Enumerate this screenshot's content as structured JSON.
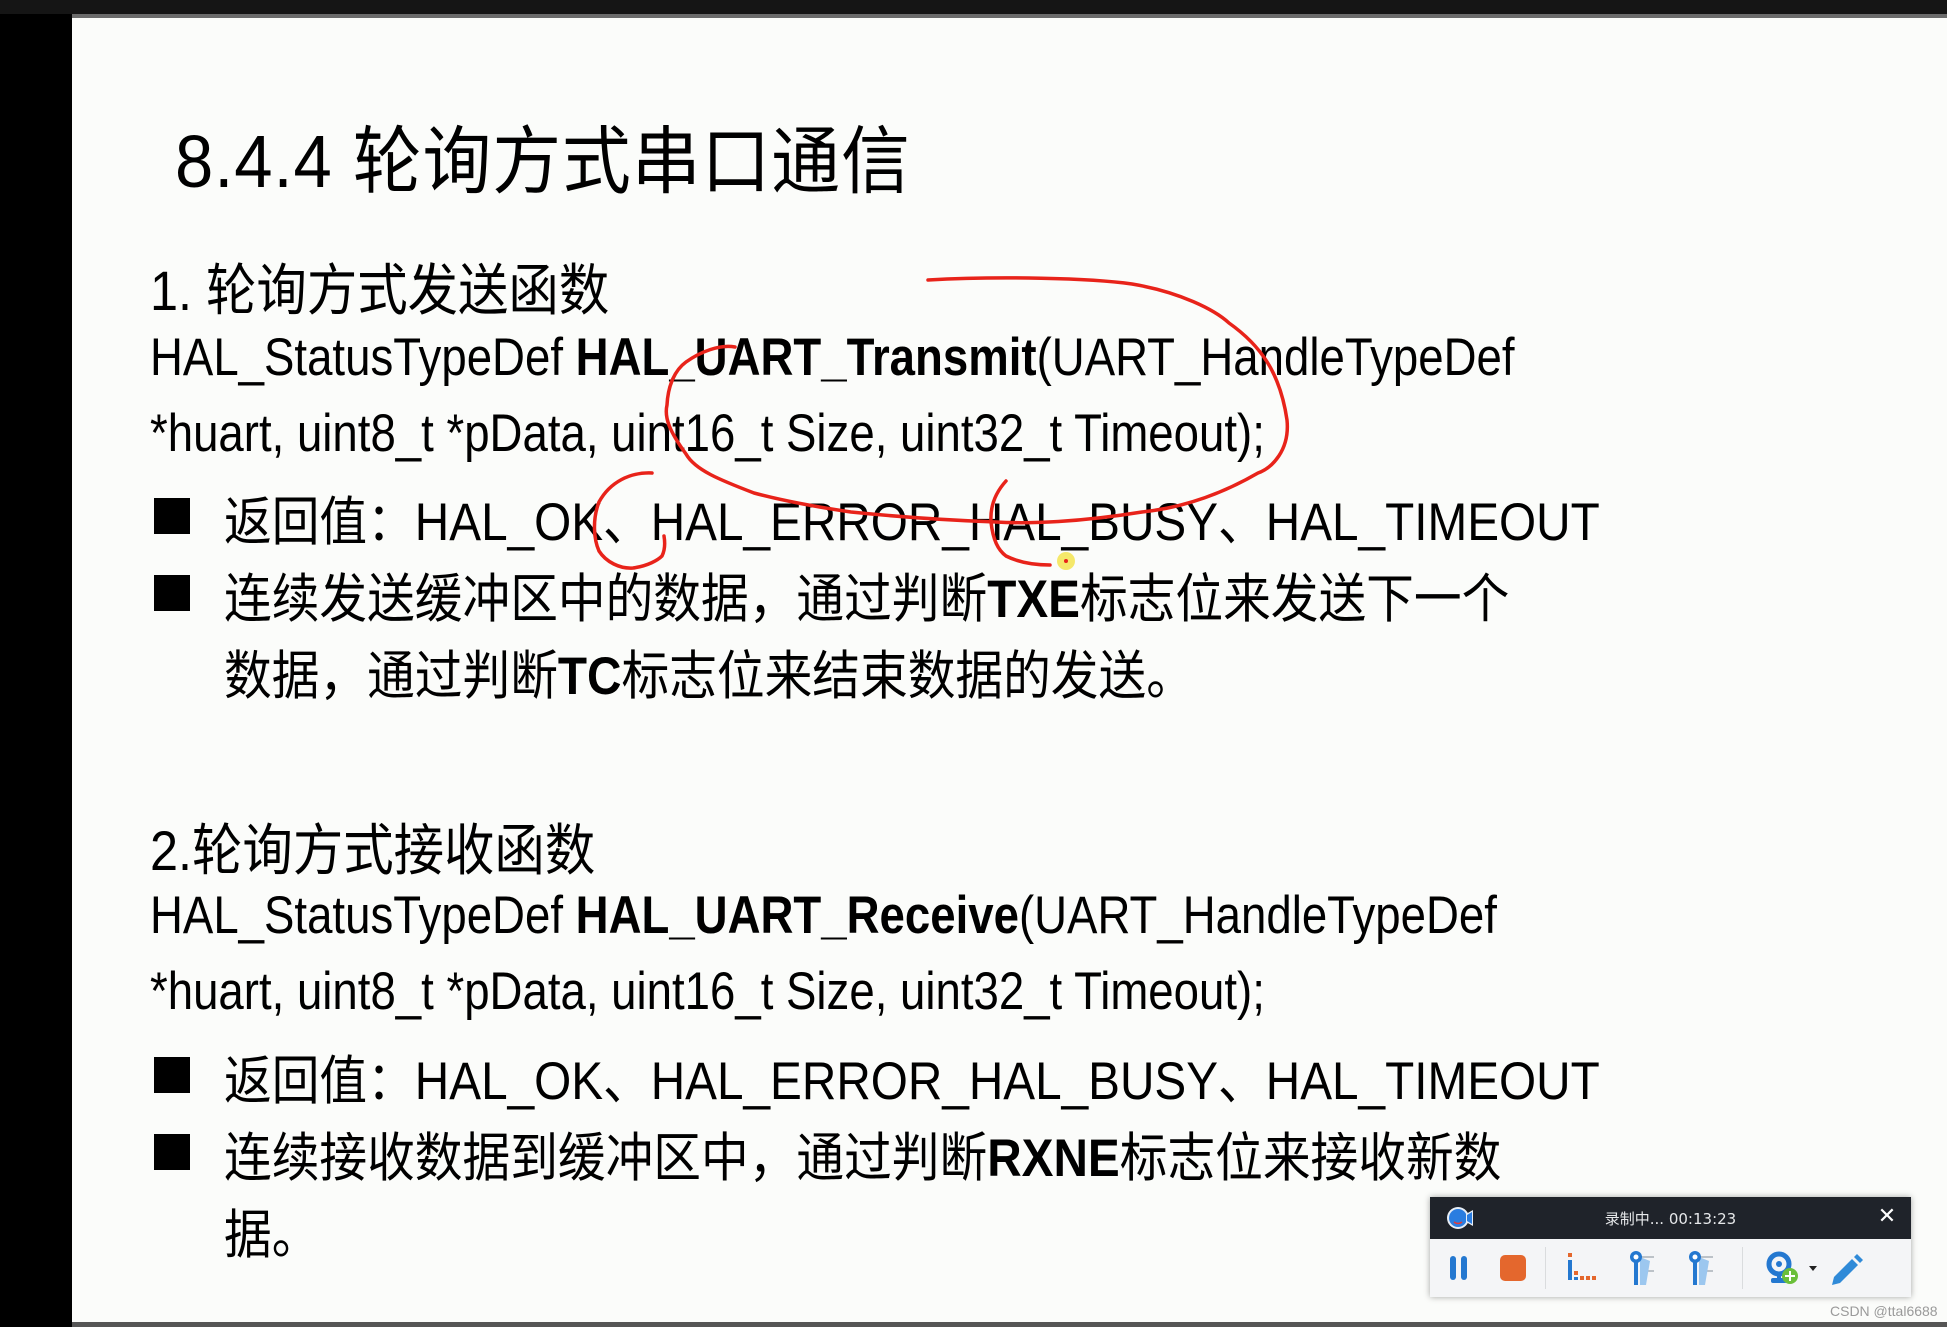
{
  "slide": {
    "title": "8.4.4 轮询方式串口通信",
    "section1": {
      "heading": "1. 轮询方式发送函数",
      "sig_prefix": "HAL_StatusTypeDef ",
      "sig_func": "HAL_UART_Transmit",
      "sig_suffix": "(UART_HandleTypeDef",
      "sig_line2": "*huart, uint8_t *pData, uint16_t Size, uint32_t Timeout);",
      "bullets": [
        {
          "text": "返回值：HAL_OK、HAL_ERROR_HAL_BUSY、HAL_TIMEOUT"
        },
        {
          "text_a": "连续发送缓冲区中的数据，通过判断",
          "bold_a": "TXE",
          "text_b": "标志位来发送下一个",
          "line2_a": "数据，通过判断",
          "bold_b": "TC",
          "line2_b": "标志位来结束数据的发送。"
        }
      ]
    },
    "section2": {
      "heading": "2.轮询方式接收函数",
      "sig_prefix": "HAL_StatusTypeDef ",
      "sig_func": "HAL_UART_Receive",
      "sig_suffix": "(UART_HandleTypeDef",
      "sig_line2": "*huart, uint8_t *pData, uint16_t Size, uint32_t Timeout);",
      "bullets": [
        {
          "text": "返回值：HAL_OK、HAL_ERROR_HAL_BUSY、HAL_TIMEOUT"
        },
        {
          "text_a": "连续接收数据到缓冲区中，通过判断",
          "bold_a": "RXNE",
          "text_b": "标志位来接收新数",
          "line2": "据。"
        }
      ]
    },
    "annotation_color": "#e8231a"
  },
  "recorder": {
    "status": "录制中... 00:13:23",
    "elapsed": "00:13:23",
    "close_glyph": "✕",
    "buttons": [
      {
        "name": "pause",
        "icon": "pause-icon",
        "color": "#2478d0"
      },
      {
        "name": "stop",
        "icon": "stop-icon",
        "color": "#e4672d"
      },
      {
        "name": "audio-level",
        "icon": "audio-level-icon"
      },
      {
        "name": "pin-1",
        "icon": "pin-icon"
      },
      {
        "name": "pin-2",
        "icon": "pin-icon"
      },
      {
        "name": "webcam-add",
        "icon": "webcam-add-icon"
      },
      {
        "name": "webcam-dropdown",
        "icon": "dropdown-arrow-icon"
      },
      {
        "name": "draw",
        "icon": "pencil-icon"
      }
    ]
  },
  "watermark": "CSDN @ttal6688"
}
